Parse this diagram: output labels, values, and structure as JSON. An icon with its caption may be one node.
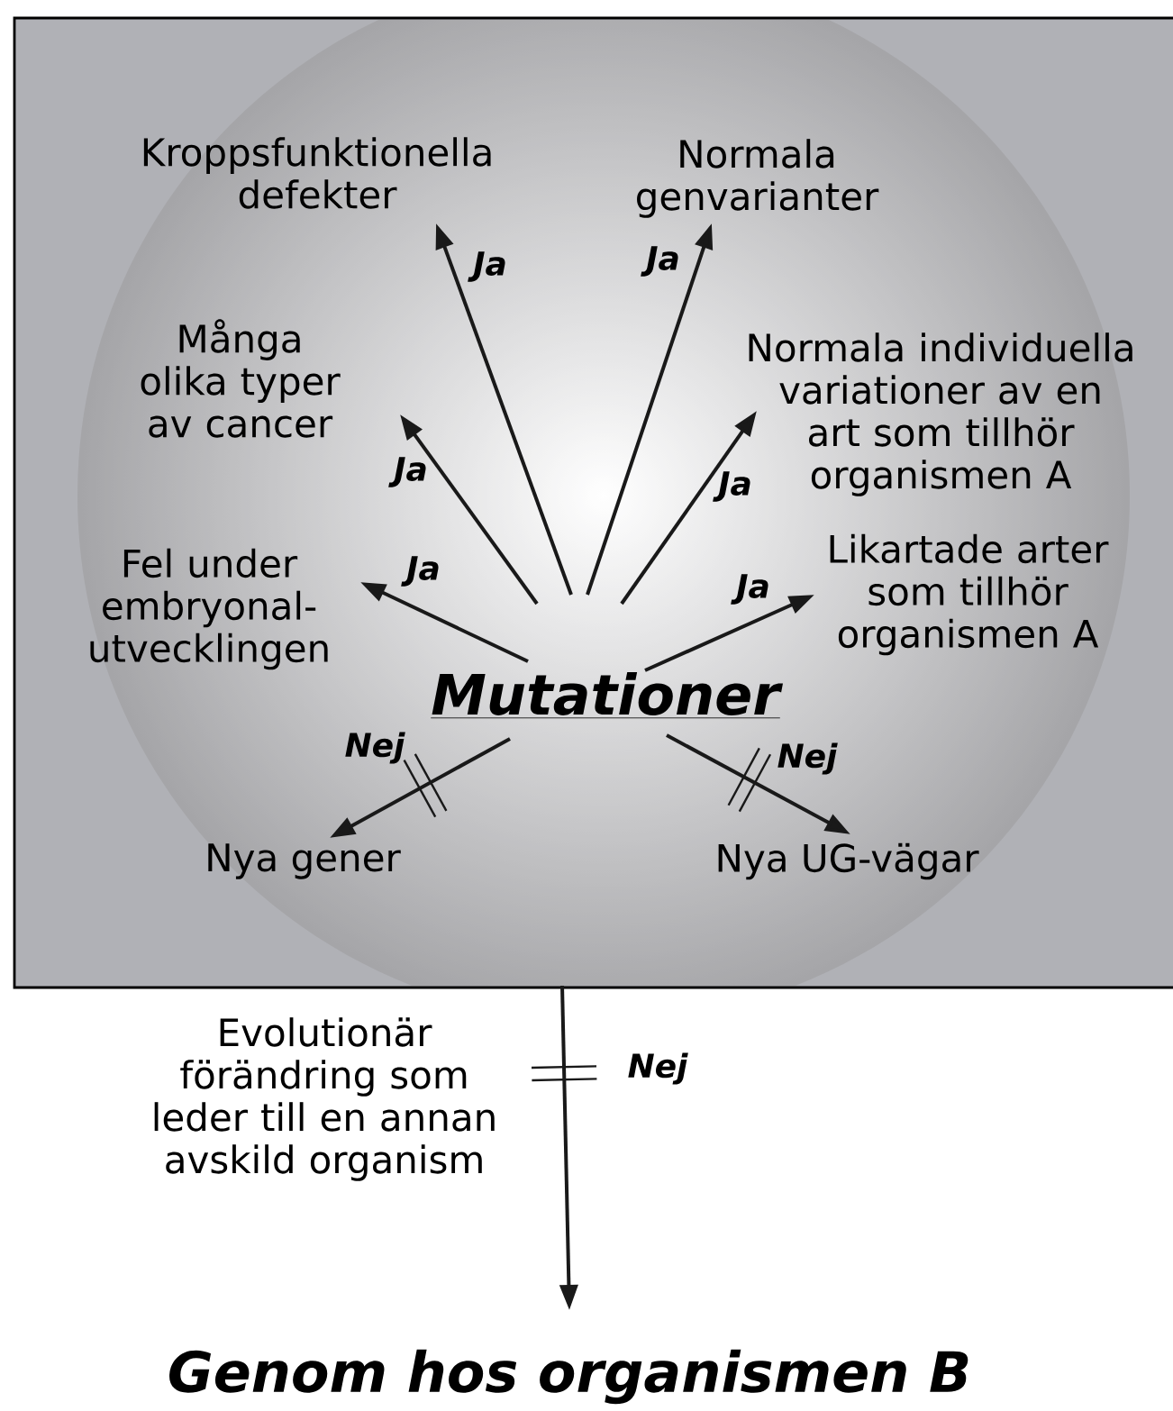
{
  "diagram": {
    "nodes": [
      {
        "text": [
          "Mutationer"
        ]
      },
      {
        "text": [
          "Kroppsfunktionella defekter"
        ]
      },
      {
        "text": [
          "Normala genvarianter"
        ]
      },
      {
        "text": [
          "Många olika typer av cancer"
        ]
      },
      {
        "text": [
          "Normala individuella variationer av en art som tillhör organismen A"
        ]
      },
      {
        "text": [
          "Fel under embryonal- utvecklingen"
        ]
      },
      {
        "text": [
          "Likartade arter som tillhör organismen A"
        ]
      },
      {
        "text": [
          "Nya gener"
        ]
      },
      {
        "text": [
          "Nya UG-vägar"
        ]
      },
      {
        "text": [
          "Genom hos organismen B"
        ]
      }
    ],
    "edges": [
      {
        "from": 0,
        "to": 1,
        "arrow": "to",
        "label": "Ja"
      },
      {
        "from": 0,
        "to": 2,
        "arrow": "to",
        "label": "Ja"
      },
      {
        "from": 0,
        "to": 3,
        "arrow": "to",
        "label": "Ja"
      },
      {
        "from": 0,
        "to": 4,
        "arrow": "to",
        "label": "Ja"
      },
      {
        "from": 0,
        "to": 5,
        "arrow": "to",
        "label": "Ja"
      },
      {
        "from": 0,
        "to": 6,
        "arrow": "to",
        "label": "Ja"
      },
      {
        "from": 0,
        "to": 7,
        "arrow": "to",
        "label": "Nej"
      },
      {
        "from": 0,
        "to": 8,
        "arrow": "to",
        "label": "Nej"
      },
      {
        "from": null,
        "to": 9,
        "arrow": "to",
        "label": "Nej"
      }
    ],
    "labels": [
      "Evolutionär förändring som leder till en annan avskild organism"
    ]
  }
}
